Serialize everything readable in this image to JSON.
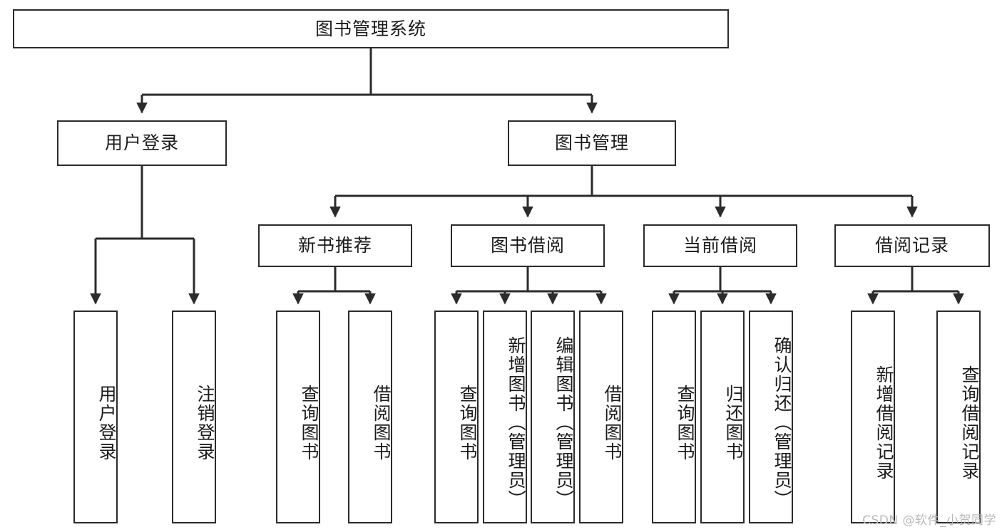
{
  "diagram": {
    "title": "图书管理系统",
    "type": "tree-hierarchy",
    "watermark": "CSDN @软件_小贺同学",
    "colors": {
      "node_border": "#2b2b2b",
      "node_fill": "#ffffff",
      "edge": "#2b2b2b",
      "text": "#1b1b1b",
      "watermark": "#b9b9b9",
      "background": "#ffffff"
    }
  },
  "nodes": {
    "root": {
      "label": "图书管理系统"
    },
    "level2": [
      {
        "label": "用户登录"
      },
      {
        "label": "图书管理"
      }
    ],
    "level3": [
      {
        "label": "新书推荐"
      },
      {
        "label": "图书借阅"
      },
      {
        "label": "当前借阅"
      },
      {
        "label": "借阅记录"
      }
    ],
    "leaves": {
      "user_login": [
        {
          "label": "用户登录"
        },
        {
          "label": "注销登录"
        }
      ],
      "new_book_recommend": [
        {
          "label": "查询图书"
        },
        {
          "label": "借阅图书"
        }
      ],
      "book_borrow": [
        {
          "label": "查询图书"
        },
        {
          "label": "新增图书（管理员）"
        },
        {
          "label": "编辑图书（管理员）"
        },
        {
          "label": "借阅图书"
        }
      ],
      "current_borrow": [
        {
          "label": "查询图书"
        },
        {
          "label": "归还图书"
        },
        {
          "label": "确认归还（管理员）"
        }
      ],
      "borrow_record": [
        {
          "label": "新增借阅记录"
        },
        {
          "label": "查询借阅记录"
        }
      ]
    }
  }
}
